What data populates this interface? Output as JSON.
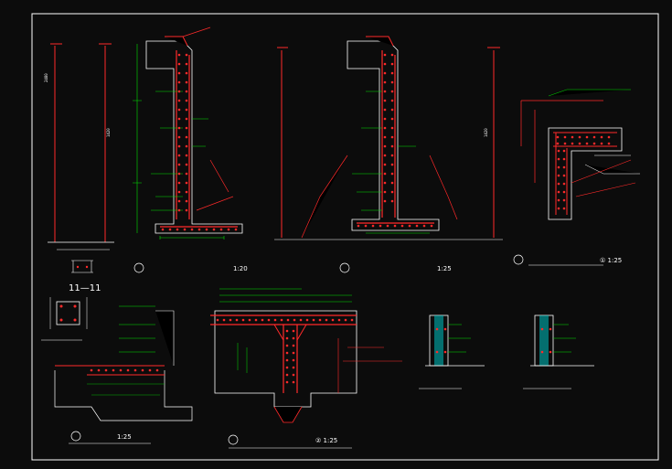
{
  "drawings": {
    "section_label": "11—11",
    "scale_d1": "1:20",
    "scale_d2": "1:25",
    "scale_d3": "① 1:25",
    "scale_d4": "② 1:25",
    "scale_d5": "1:25"
  },
  "colors": {
    "background": "#0c0c0c",
    "frame": "#ffffff",
    "rebar": "#ff2a2a",
    "dimension": "#00e000",
    "text": "#ffffff"
  }
}
